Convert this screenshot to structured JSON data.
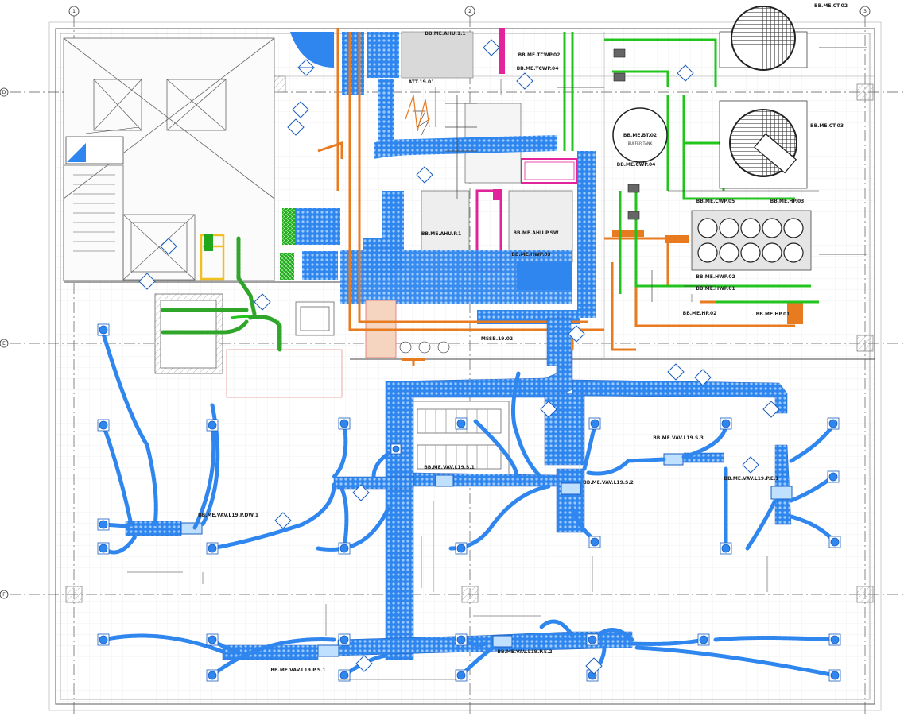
{
  "grid": {
    "columns": [
      "1",
      "2",
      "3"
    ],
    "rows": [
      "D",
      "E",
      "F"
    ]
  },
  "colors": {
    "duct": "#2f86ee",
    "duct_edge": "#1a5fc0",
    "hot_pipe": "#e87a1f",
    "green_pipe": "#22c41e",
    "magenta": "#e2239a",
    "linework": "#555555"
  },
  "equipment_tags": [
    {
      "id": "ahu-1-1",
      "tag": "BB.ME.AHU.1.1"
    },
    {
      "id": "ahu-p-1",
      "tag": "BB.ME.AHU.P.1"
    },
    {
      "id": "ahu-p-sw",
      "tag": "BB.ME.AHU.P.SW"
    },
    {
      "id": "hwp-03",
      "tag": "BB.ME.HWP.03"
    },
    {
      "id": "tcwp-02",
      "tag": "BB.ME.TCWP.02"
    },
    {
      "id": "tcwp-04",
      "tag": "BB.ME.TCWP.04"
    },
    {
      "id": "bt-02",
      "tag": "BB.ME.BT.02"
    },
    {
      "id": "bt-02-sub",
      "tag": "BUFFER TANK"
    },
    {
      "id": "cwp-04",
      "tag": "BB.ME.CWP.04"
    },
    {
      "id": "ct-02",
      "tag": "BB.ME.CT.02"
    },
    {
      "id": "ct-03",
      "tag": "BB.ME.CT.03"
    },
    {
      "id": "cwp-05",
      "tag": "BB.ME.CWP.05"
    },
    {
      "id": "hp-03",
      "tag": "BB.ME.HP.03"
    },
    {
      "id": "hwp-02",
      "tag": "BB.ME.HWP.02"
    },
    {
      "id": "hwp-01",
      "tag": "BB.ME.HWP.01"
    },
    {
      "id": "hp-02",
      "tag": "BB.ME.HP.02"
    },
    {
      "id": "hp-01",
      "tag": "BB.ME.HP.01"
    },
    {
      "id": "att",
      "tag": "ATT.19.01"
    },
    {
      "id": "mssb",
      "tag": "MSSB.19.02"
    },
    {
      "id": "vav-1-s-1",
      "tag": "BB.ME.VAV.L19.S.1"
    },
    {
      "id": "vav-1-s-2",
      "tag": "BB.ME.VAV.L19.S.2"
    },
    {
      "id": "vav-1-s-3",
      "tag": "BB.ME.VAV.L19.S.3"
    },
    {
      "id": "vav-p-dw-1",
      "tag": "BB.ME.VAV.L19.P.DW.1"
    },
    {
      "id": "vav-p-e-1",
      "tag": "BB.ME.VAV.L19.P.E.1"
    },
    {
      "id": "vav-p-s-1",
      "tag": "BB.ME.VAV.L19.P.S.1"
    },
    {
      "id": "vav-p-s-2",
      "tag": "BB.ME.VAV.L19.P.S.2"
    }
  ]
}
